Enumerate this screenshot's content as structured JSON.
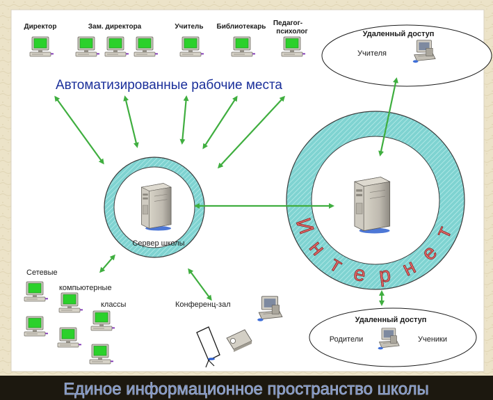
{
  "workstations": {
    "title": "Автоматизированные рабочие места",
    "roles": [
      {
        "label": "Директор"
      },
      {
        "label": "Зам. директора"
      },
      {
        "label": "Учитель"
      },
      {
        "label": "Библиотекарь"
      },
      {
        "label": "Педагог-",
        "label2": "психолог"
      }
    ]
  },
  "school_server": {
    "label": "Сервер школы"
  },
  "internet": {
    "label": "Интернет"
  },
  "remote_teachers": {
    "title": "Удаленный доступ",
    "who": "Учителя"
  },
  "remote_parents": {
    "title": "Удаленный доступ",
    "left": "Родители",
    "right": "Ученики"
  },
  "classes": {
    "line1": "Сетевые",
    "line2": "компьютерные",
    "line3": "классы"
  },
  "conference": {
    "label": "Конференц-зал"
  },
  "footer": {
    "title": "Единое информационное пространство школы"
  },
  "colors": {
    "ring": "#7cd2d0",
    "arrow": "#3fae3f",
    "title_blue": "#1a2f9a",
    "screen_green": "#2bd12b"
  }
}
